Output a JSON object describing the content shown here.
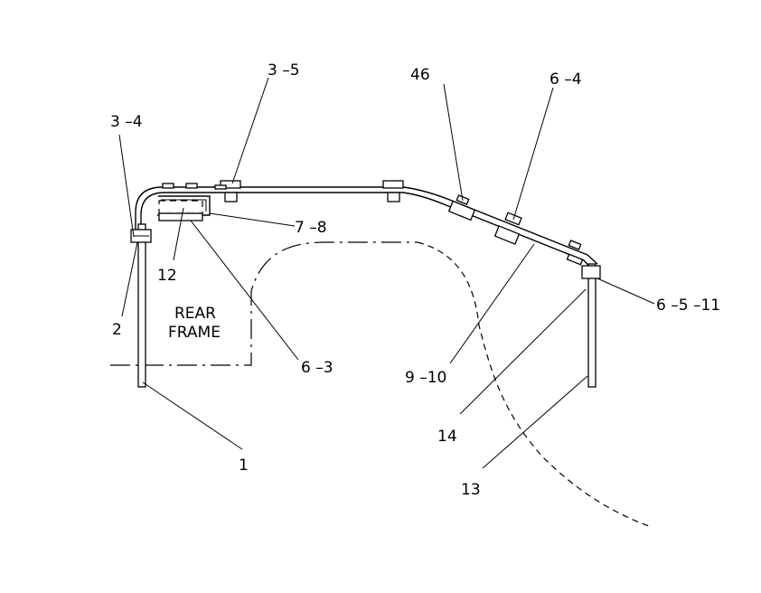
{
  "labels": {
    "l_3_5": "3 –5",
    "l_46": "46",
    "l_6_4": "6 –4",
    "l_3_4": "3 –4",
    "l_7_8": "7 –8",
    "l_12": "12",
    "l_2": "2",
    "l_rear": "REAR",
    "l_frame": "FRAME",
    "l_6_5_11": "6 –5 –11",
    "l_6_3": "6 –3",
    "l_9_10": "9 –10",
    "l_1": "1",
    "l_14": "14",
    "l_13": "13"
  }
}
